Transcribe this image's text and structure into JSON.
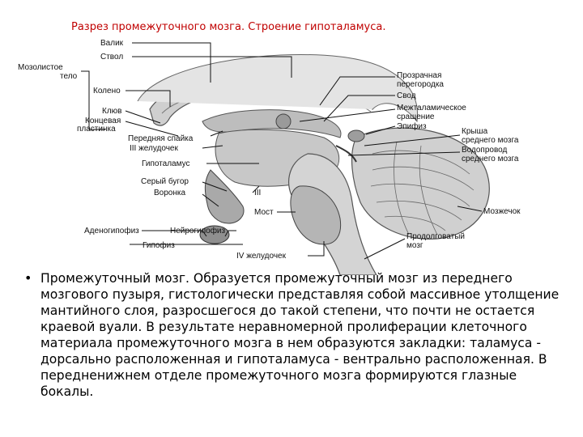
{
  "title": "Разрез промежуточного мозга. Строение гипоталамуса.",
  "labels": {
    "valik": "Валик",
    "stvol": "Ствол",
    "mozolistoe1": "Мозолистое",
    "mozolistoe2": "тело",
    "koleno": "Колено",
    "klyuv": "Клюв",
    "konc1": "Концевая",
    "konc2": "пластинка",
    "perednyaya_spaika": "Передняя спайка",
    "iii_zheludochek": "III желудочек",
    "gipotalamus": "Гипоталамус",
    "seryi_bugor": "Серый бугор",
    "voronka": "Воронка",
    "adenogipofiz": "Аденогипофиз",
    "neirogipofiz": "Нейрогипофиз",
    "gipofiz": "Гипофиз",
    "iv_zheludochek": "IV желудочек",
    "iii": "III",
    "most": "Мост",
    "prozr1": "Прозрачная",
    "prozr2": "перегородка",
    "svod": "Свод",
    "mezhtal1": "Межталамическое",
    "mezhtal2": "сращение",
    "epifiz": "Эпифиз",
    "krysha1": "Крыша",
    "krysha2": "среднего мозга",
    "vodoprovod1": "Водопровод",
    "vodoprovod2": "среднего мозга",
    "mozzhechok": "Мозжечок",
    "prodolg1": "Продолговатый",
    "prodolg2": "мозг"
  },
  "bullet": {
    "marker": "•",
    "text": "Промежуточный мозг. Образуется промежуточный мозг из переднего мозгового пузыря, гистологически представляя собой массивное утолщение мантийного слоя, разросшегося до такой степени, что почти не остается краевой вуали. В результате неравномерной пролиферации клеточного материала промежуточного мозга в нем образуются закладки: таламуса - дорсально расположенная и гипоталамуса - вентрально расположенная. В передненижнем отделе промежуточного мозга формируются глазные бокалы."
  },
  "colors": {
    "title": "#c00000",
    "ink": "#111111",
    "tissue": "#d9d9d9",
    "tissue_dark": "#8c8c8c"
  }
}
